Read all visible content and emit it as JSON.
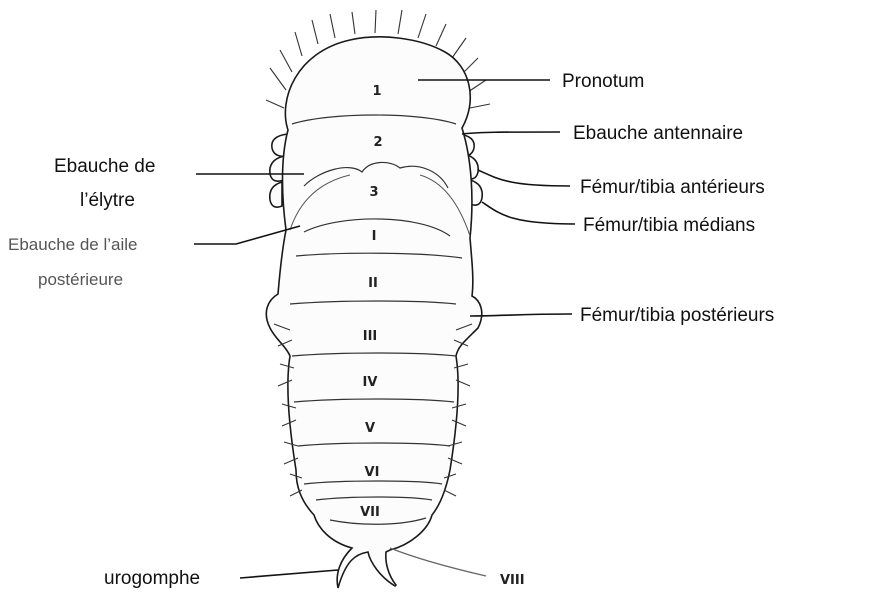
{
  "segments": {
    "thorax": [
      "1",
      "2",
      "3"
    ],
    "abdomen": [
      "I",
      "II",
      "III",
      "IV",
      "V",
      "VI",
      "VII"
    ]
  },
  "labels": {
    "pronotum": "Pronotum",
    "ebauche_antennaire": "Ebauche antennaire",
    "ebauche_elytre_line1": "Ebauche de",
    "ebauche_elytre_line2": "l’élytre",
    "femur_anterieurs": "Fémur/tibia antérieurs",
    "femur_medians": "Fémur/tibia médians",
    "ebauche_aile_line1": "Ebauche de l’aile",
    "ebauche_aile_line2": "postérieure",
    "femur_posterieurs": "Fémur/tibia postérieurs",
    "urogomphe": "urogomphe",
    "segment_viii": "VIII"
  }
}
